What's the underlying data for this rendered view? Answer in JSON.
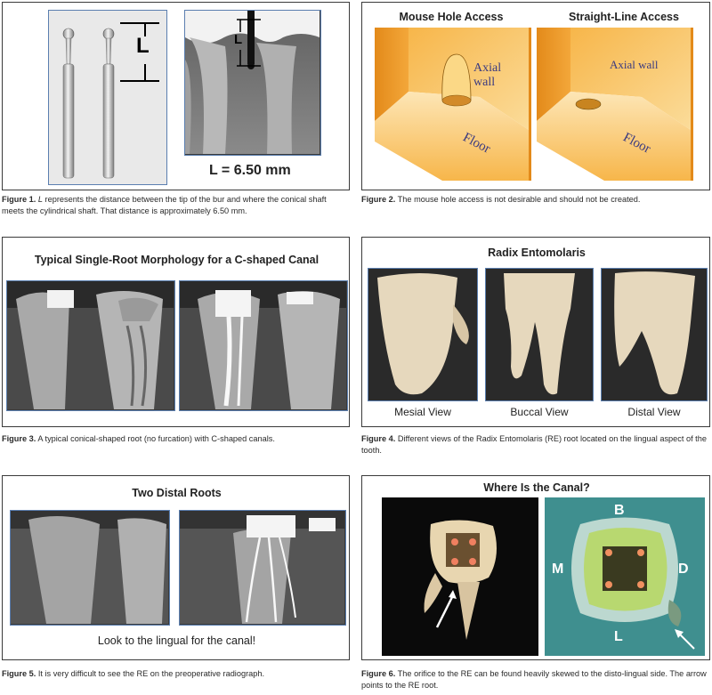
{
  "fig1": {
    "label_L": "L",
    "xray_label_L": "L",
    "measure": "L = 6.50 mm",
    "caption_bold": "Figure 1.",
    "caption_italic": "L",
    "caption_text": " represents the distance between the tip of the bur and where the conical shaft meets the cylindrical shaft. That distance is approximately 6.50 mm."
  },
  "fig2": {
    "title_left": "Mouse Hole Access",
    "title_right": "Straight-Line Access",
    "axial_left": "Axial wall",
    "floor_left": "Floor",
    "axial_right": "Axial wall",
    "floor_right": "Floor",
    "caption_bold": "Figure 2.",
    "caption_text": " The mouse hole access is not desirable and should not be created."
  },
  "fig3": {
    "title": "Typical Single-Root Morphology for a C-shaped Canal",
    "caption_bold": "Figure 3.",
    "caption_text": " A typical conical-shaped root (no furcation) with C-shaped canals."
  },
  "fig4": {
    "title": "Radix Entomolaris",
    "views": [
      "Mesial View",
      "Buccal View",
      "Distal View"
    ],
    "caption_bold": "Figure 4.",
    "caption_text": " Different views of the Radix Entomolaris (RE) root located on the lingual aspect of the tooth."
  },
  "fig5": {
    "title": "Two Distal Roots",
    "note": "Look to the lingual for the canal!",
    "caption_bold": "Figure 5.",
    "caption_text": " It is very difficult to see the RE on the preoperative radiograph."
  },
  "fig6": {
    "title": "Where Is the Canal?",
    "dir_b": "B",
    "dir_m": "M",
    "dir_d": "D",
    "dir_l": "L",
    "caption_bold": "Figure 6.",
    "caption_text": " The orifice to the RE can be found heavily skewed to the disto-lingual side. The arrow points to the RE root."
  }
}
